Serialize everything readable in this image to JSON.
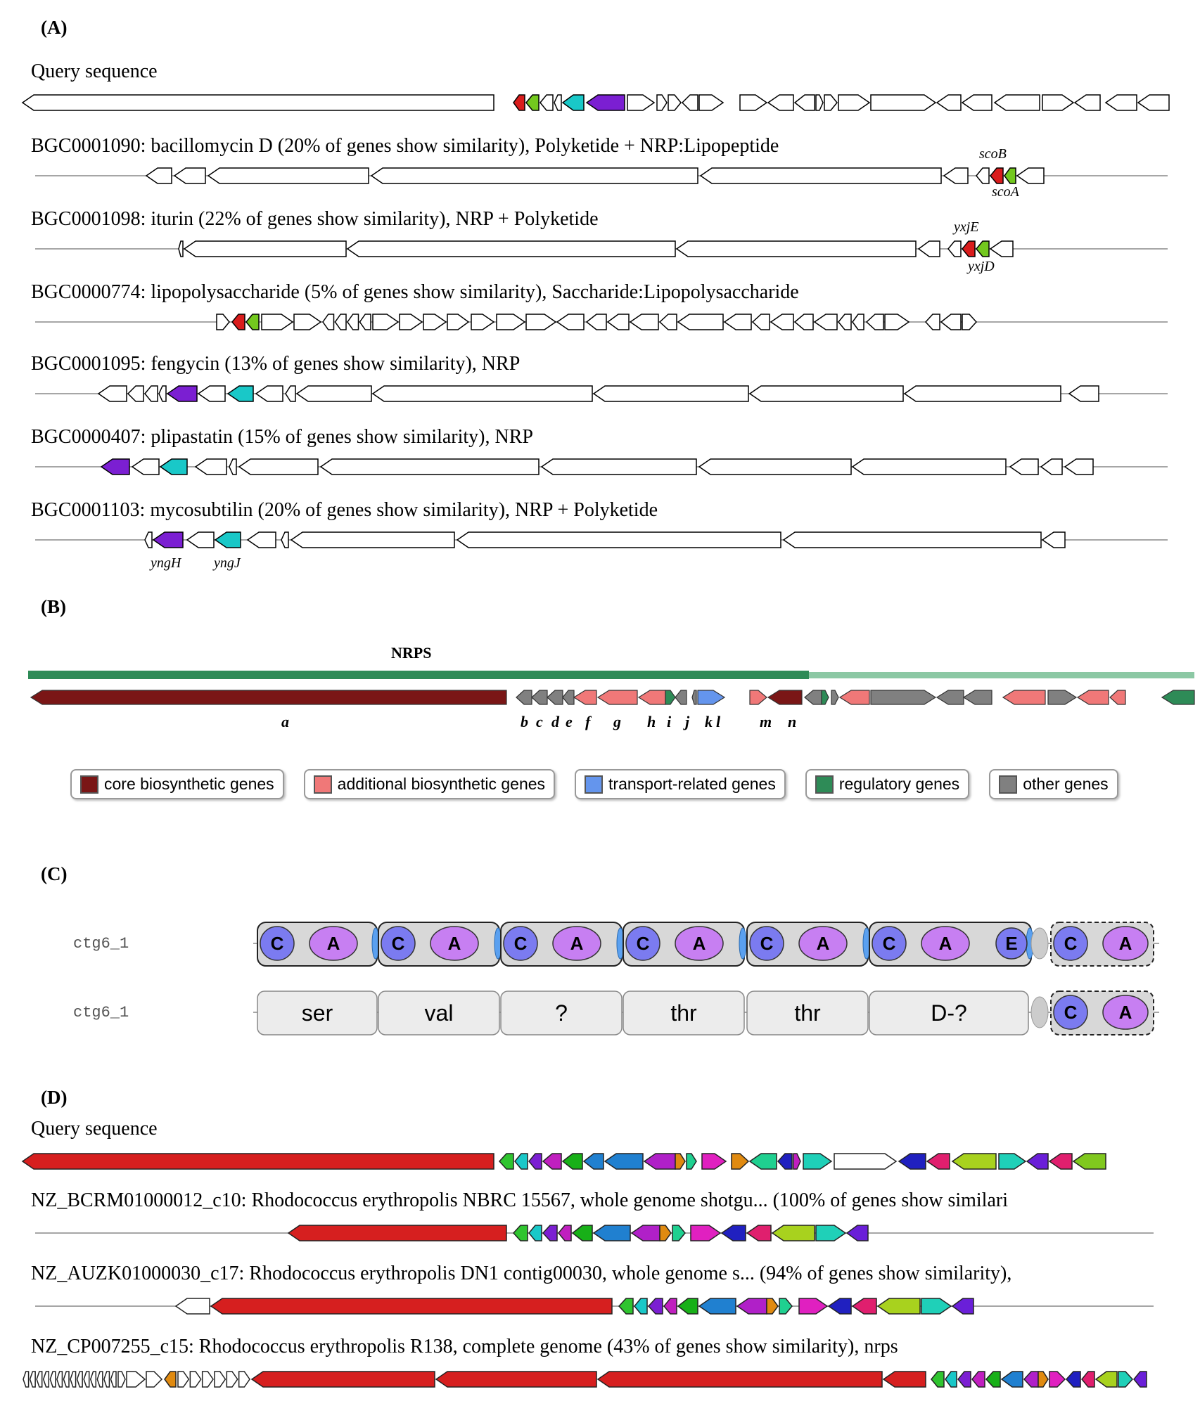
{
  "panel_a": {
    "label": "(A)",
    "query_title": "Query sequence",
    "rows": [
      {
        "title": "BGC0001090: bacillomycin D (20% of genes show similarity), Polyketide + NRP:Lipopeptide",
        "gene_labels": [
          "scoB",
          "scoA"
        ]
      },
      {
        "title": "BGC0001098: iturin (22% of genes show similarity), NRP + Polyketide",
        "gene_labels": [
          "yxjE",
          "yxjD"
        ]
      },
      {
        "title": "BGC0000774: lipopolysaccharide (5% of genes show similarity), Saccharide:Lipopolysaccharide",
        "gene_labels": []
      },
      {
        "title": "BGC0001095: fengycin (13% of genes show similarity), NRP",
        "gene_labels": []
      },
      {
        "title": "BGC0000407: plipastatin (15% of genes show similarity), NRP",
        "gene_labels": []
      },
      {
        "title": "BGC0001103: mycosubtilin (20% of genes show similarity), NRP + Polyketide",
        "gene_labels": [
          "yngH",
          "yngJ"
        ]
      }
    ]
  },
  "panel_b": {
    "label": "(B)",
    "region_label": "NRPS",
    "gene_letters": [
      "a",
      "b",
      "c",
      "d",
      "e",
      "f",
      "g",
      "h",
      "i",
      "j",
      "k",
      "l",
      "m",
      "n"
    ],
    "legend": [
      {
        "label": "core biosynthetic genes",
        "color": "#7a1616"
      },
      {
        "label": "additional biosynthetic genes",
        "color": "#f07878"
      },
      {
        "label": "transport-related genes",
        "color": "#6495ed"
      },
      {
        "label": "regulatory genes",
        "color": "#2e8b57"
      },
      {
        "label": "other genes",
        "color": "#808080"
      }
    ]
  },
  "panel_c": {
    "label": "(C)",
    "rows": [
      {
        "name": "ctg6_1",
        "domains": [
          "C",
          "A",
          "C",
          "A",
          "C",
          "A",
          "C",
          "A",
          "C",
          "A",
          "C",
          "A",
          "E",
          "C",
          "A"
        ]
      },
      {
        "name": "ctg6_1",
        "modules": [
          "ser",
          "val",
          "?",
          "thr",
          "thr",
          "D-?"
        ],
        "domains": [
          "C",
          "A"
        ]
      }
    ]
  },
  "panel_d": {
    "label": "(D)",
    "query_title": "Query sequence",
    "rows": [
      {
        "title": "NZ_BCRM01000012_c10: Rhodococcus erythropolis NBRC 15567, whole genome shotgu... (100% of genes show similari"
      },
      {
        "title": "NZ_AUZK01000030_c17: Rhodococcus erythropolis DN1 contig00030, whole genome s... (94% of genes show similarity),"
      },
      {
        "title": "NZ_CP007255_c15: Rhodococcus erythropolis R138, complete genome (43% of genes show similarity), nrps"
      }
    ]
  }
}
